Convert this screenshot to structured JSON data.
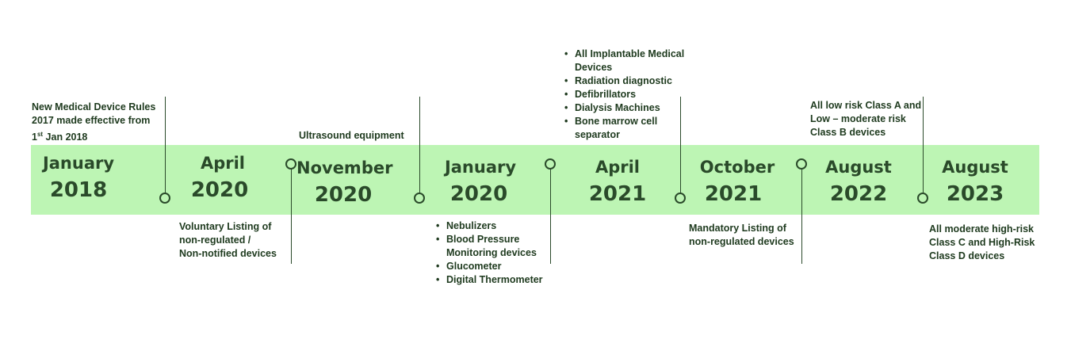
{
  "events": [
    {
      "month": "January",
      "year": "2018"
    },
    {
      "month": "April",
      "year": "2020"
    },
    {
      "month": "November",
      "year": "2020"
    },
    {
      "month": "January",
      "year": "2020"
    },
    {
      "month": "April",
      "year": "2021"
    },
    {
      "month": "October",
      "year": "2021"
    },
    {
      "month": "August",
      "year": "2022"
    },
    {
      "month": "August",
      "year": "2023"
    }
  ],
  "notes": {
    "n1_line1": "New Medical Device Rules",
    "n1_line2": "2017 made effective from",
    "n1_line3_pre": "1",
    "n1_line3_sup": "st",
    "n1_line3_post": " Jan 2018",
    "n2": [
      "Voluntary Listing of",
      "non-regulated /",
      "Non-notified devices"
    ],
    "n3": "Ultrasound equipment",
    "n4": [
      "Nebulizers",
      "Blood Pressure",
      "Monitoring devices",
      "Glucometer",
      "Digital Thermometer"
    ],
    "n5": [
      "All Implantable Medical",
      "Devices",
      "Radiation diagnostic",
      "Defibrillators",
      "Dialysis Machines",
      "Bone marrow cell",
      "separator"
    ],
    "n6": [
      "Mandatory Listing of",
      "non-regulated devices"
    ],
    "n7": [
      "All low risk Class A and",
      "Low – moderate risk",
      "Class B devices"
    ],
    "n8": [
      "All moderate high-risk",
      "Class C and High-Risk",
      "Class D devices"
    ]
  }
}
